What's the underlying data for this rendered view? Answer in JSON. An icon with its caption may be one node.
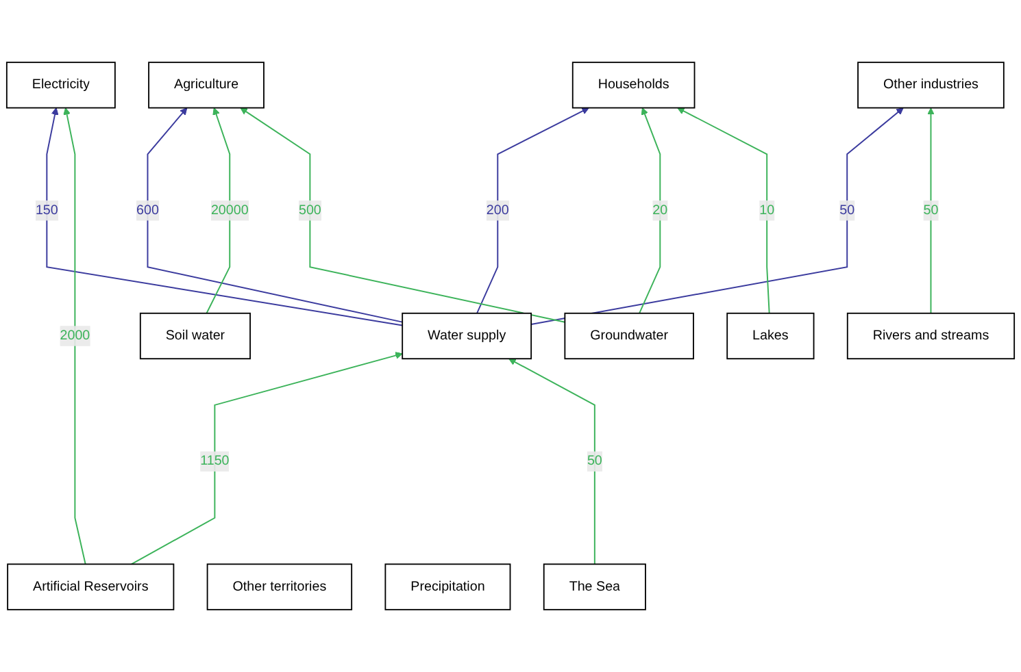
{
  "diagram": {
    "nodes": [
      {
        "text": [
          "Agriculture"
        ]
      },
      {
        "text": [
          "Households"
        ]
      },
      {
        "text": [
          "Other industries"
        ]
      },
      {
        "text": [
          "Electricity"
        ]
      },
      {
        "text": [
          "Water supply"
        ]
      },
      {
        "text": [
          "Soil water"
        ]
      },
      {
        "text": [
          "Groundwater"
        ]
      },
      {
        "text": [
          "Lakes"
        ]
      },
      {
        "text": [
          "Rivers and streams"
        ]
      },
      {
        "text": [
          "Artificial Reservoirs"
        ]
      },
      {
        "text": [
          "Other territories"
        ]
      },
      {
        "text": [
          "Precipitation"
        ]
      },
      {
        "text": [
          "The Sea"
        ]
      }
    ],
    "edges": [
      {
        "from": 4,
        "to": 0,
        "arrow": "to",
        "label": "600",
        "color": "#3b3b9e"
      },
      {
        "from": 4,
        "to": 1,
        "arrow": "to",
        "label": "200",
        "color": "#3b3b9e"
      },
      {
        "from": 4,
        "to": 2,
        "arrow": "to",
        "label": "50",
        "color": "#3b3b9e"
      },
      {
        "from": 4,
        "to": 3,
        "arrow": "to",
        "label": "150",
        "color": "#3b3b9e"
      },
      {
        "from": 5,
        "to": 0,
        "arrow": "to",
        "label": "20000"
      },
      {
        "from": 6,
        "to": 0,
        "arrow": "to",
        "label": "500"
      },
      {
        "from": 6,
        "to": 1,
        "arrow": "to",
        "label": "20"
      },
      {
        "from": 7,
        "to": 1,
        "arrow": "to",
        "label": "10"
      },
      {
        "from": 8,
        "to": 2,
        "arrow": "to",
        "label": "50"
      },
      {
        "from": 9,
        "to": 3,
        "arrow": "to",
        "label": "2000"
      },
      {
        "from": 9,
        "to": 4,
        "arrow": "to",
        "label": "1150"
      },
      {
        "from": 12,
        "to": 4,
        "arrow": "to",
        "label": "50"
      }
    ]
  }
}
